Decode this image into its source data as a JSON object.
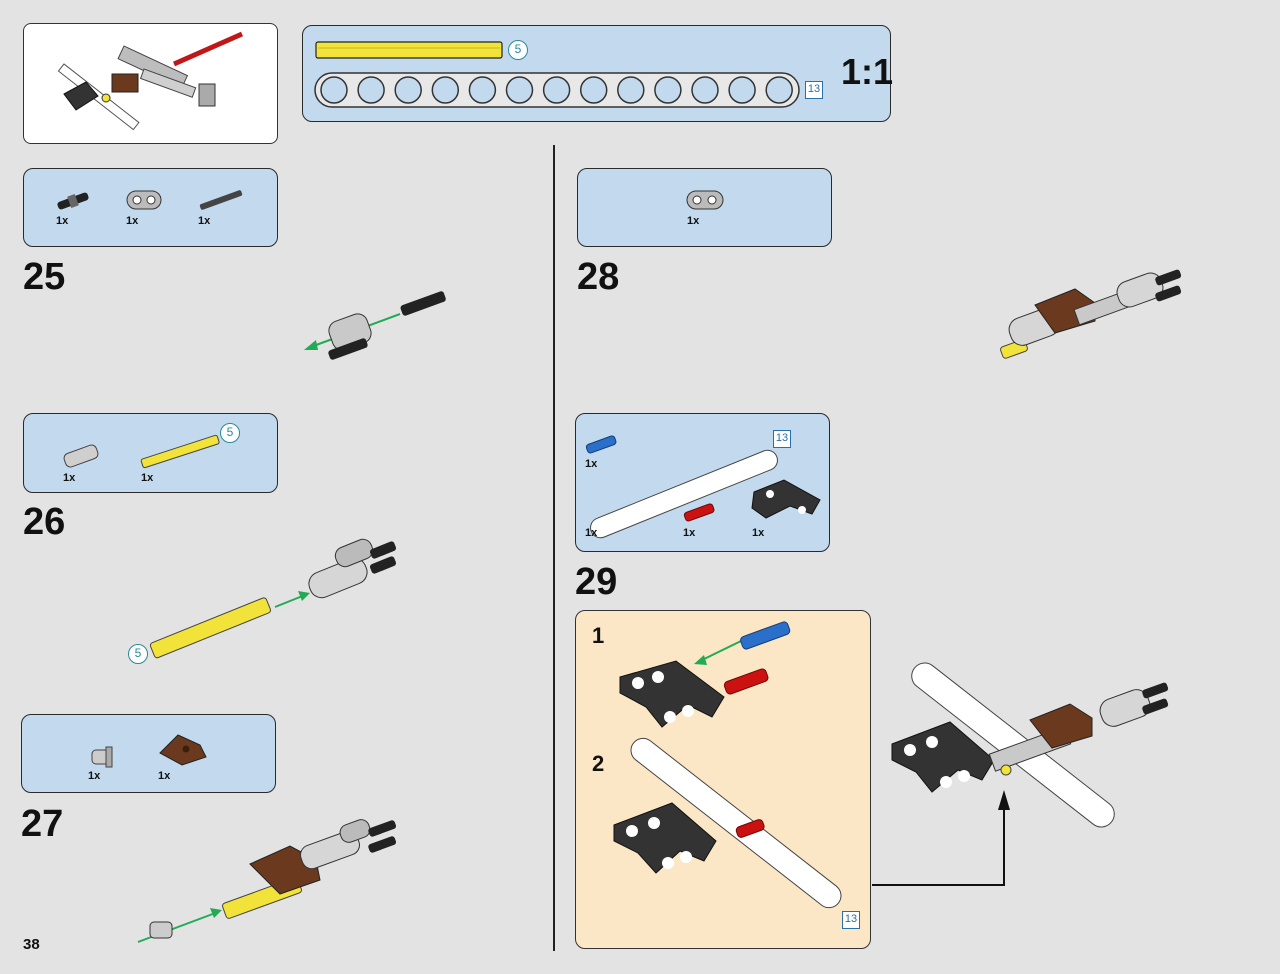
{
  "page_number": "38",
  "scale_panel": {
    "label": "1:1",
    "axle_length": "5",
    "beam_length": "13"
  },
  "steps": [
    {
      "number": "25",
      "parts": [
        {
          "qty": "1x",
          "icon": "black-connector-pin-icon"
        },
        {
          "qty": "1x",
          "icon": "gray-connector-block-icon"
        },
        {
          "qty": "1x",
          "icon": "dark-axle-pin-icon"
        }
      ]
    },
    {
      "number": "26",
      "parts": [
        {
          "qty": "1x",
          "icon": "gray-bushing-icon"
        },
        {
          "qty": "1x",
          "icon": "yellow-axle-icon",
          "length": "5"
        }
      ],
      "callout_length": "5"
    },
    {
      "number": "27",
      "parts": [
        {
          "qty": "1x",
          "icon": "gray-bush-icon"
        },
        {
          "qty": "1x",
          "icon": "brown-connector-icon"
        }
      ]
    },
    {
      "number": "28",
      "parts": [
        {
          "qty": "1x",
          "icon": "gray-connector-block-icon"
        }
      ]
    },
    {
      "number": "29",
      "parts": [
        {
          "qty": "1x",
          "icon": "blue-axle-pin-icon"
        },
        {
          "qty": "1x",
          "icon": "white-beam-icon",
          "length": "13"
        },
        {
          "qty": "1x",
          "icon": "red-axle-pin-icon"
        },
        {
          "qty": "1x",
          "icon": "black-bent-liftarm-icon"
        }
      ],
      "substeps": [
        "1",
        "2"
      ],
      "callout_length": "13"
    }
  ],
  "colors": {
    "background": "#e3e3e3",
    "parts_panel": "#c2d9ee",
    "substep_panel": "#fbe7c6",
    "arrow": "#22aa55",
    "axle_yellow": "#f2e33a",
    "beam_white": "#ffffff",
    "brown": "#6b3a1e",
    "red": "#cc1111",
    "blue": "#2a6fc9"
  }
}
